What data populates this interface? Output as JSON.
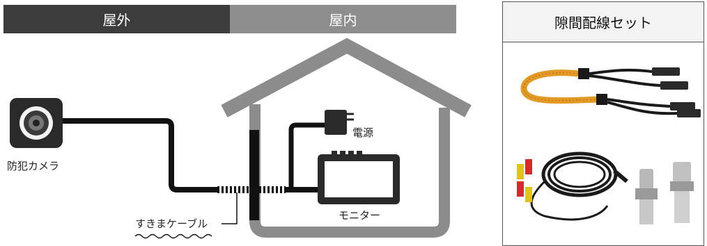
{
  "header": {
    "outdoor": "屋外",
    "indoor": "屋内"
  },
  "diagram": {
    "camera_label": "防犯カメラ",
    "power_label": "電源",
    "monitor_label": "モニター",
    "cable_label": "すきまケーブル"
  },
  "kit": {
    "title": "隙間配線セット"
  },
  "colors": {
    "outdoor_bar": "#3c3c3c",
    "indoor_bar": "#8e8e8e",
    "house": "#8c8c8c",
    "cable": "#111111",
    "flat_cable": "#e39a25"
  }
}
